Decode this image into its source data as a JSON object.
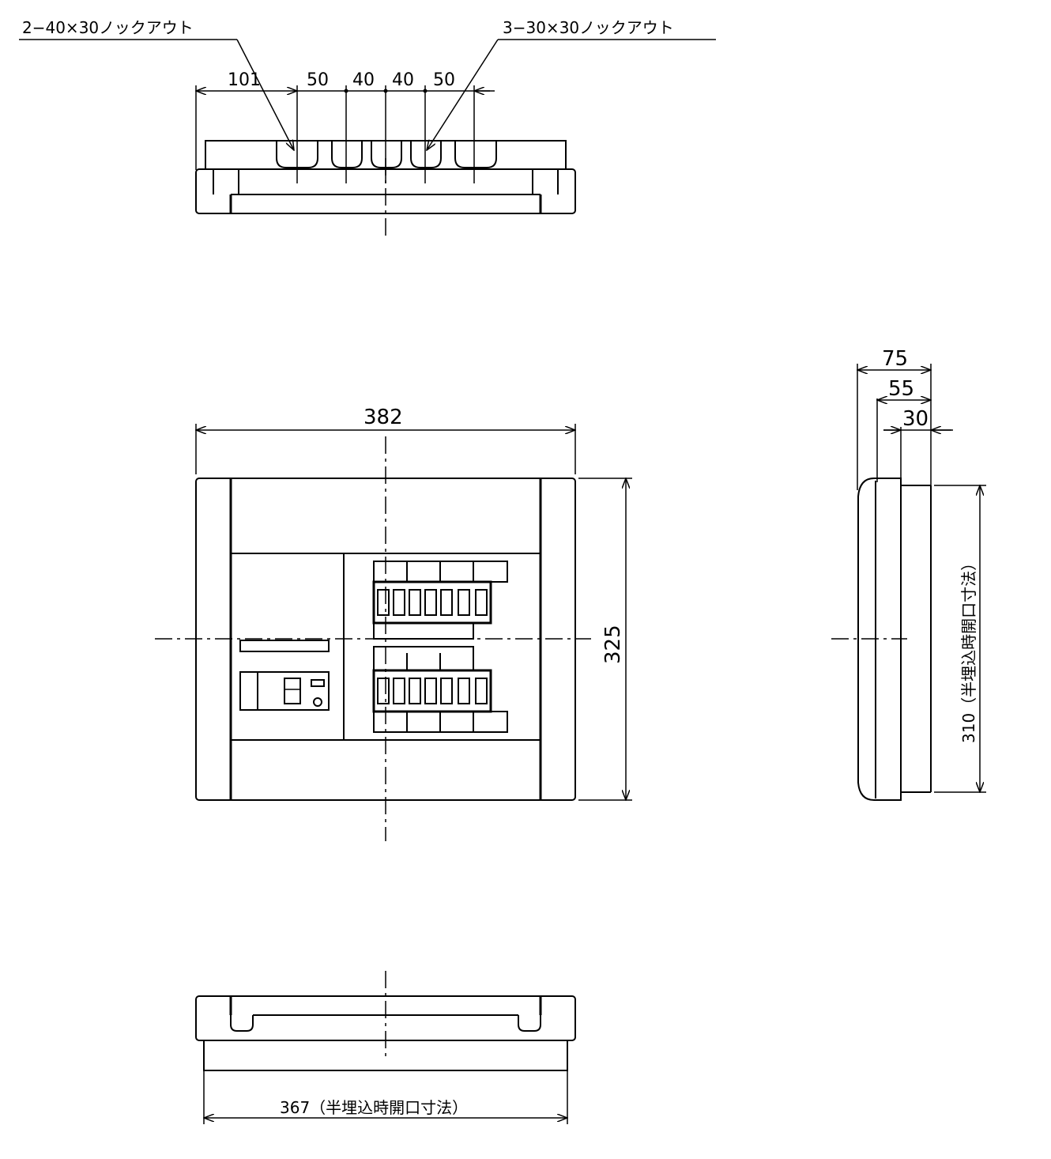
{
  "top_view": {
    "knockout_left_label": "2−40×30ノックアウト",
    "knockout_right_label": "3−30×30ノックアウト",
    "dims": [
      "101",
      "50",
      "40",
      "40",
      "50"
    ]
  },
  "front_view": {
    "width_label": "382",
    "height_label": "325"
  },
  "side_view": {
    "depth_total": "75",
    "depth_mid": "55",
    "depth_small": "30",
    "opening_height_label": "310（半埋込時開口寸法）"
  },
  "bottom_view": {
    "opening_width_label": "367（半埋込時開口寸法）"
  }
}
